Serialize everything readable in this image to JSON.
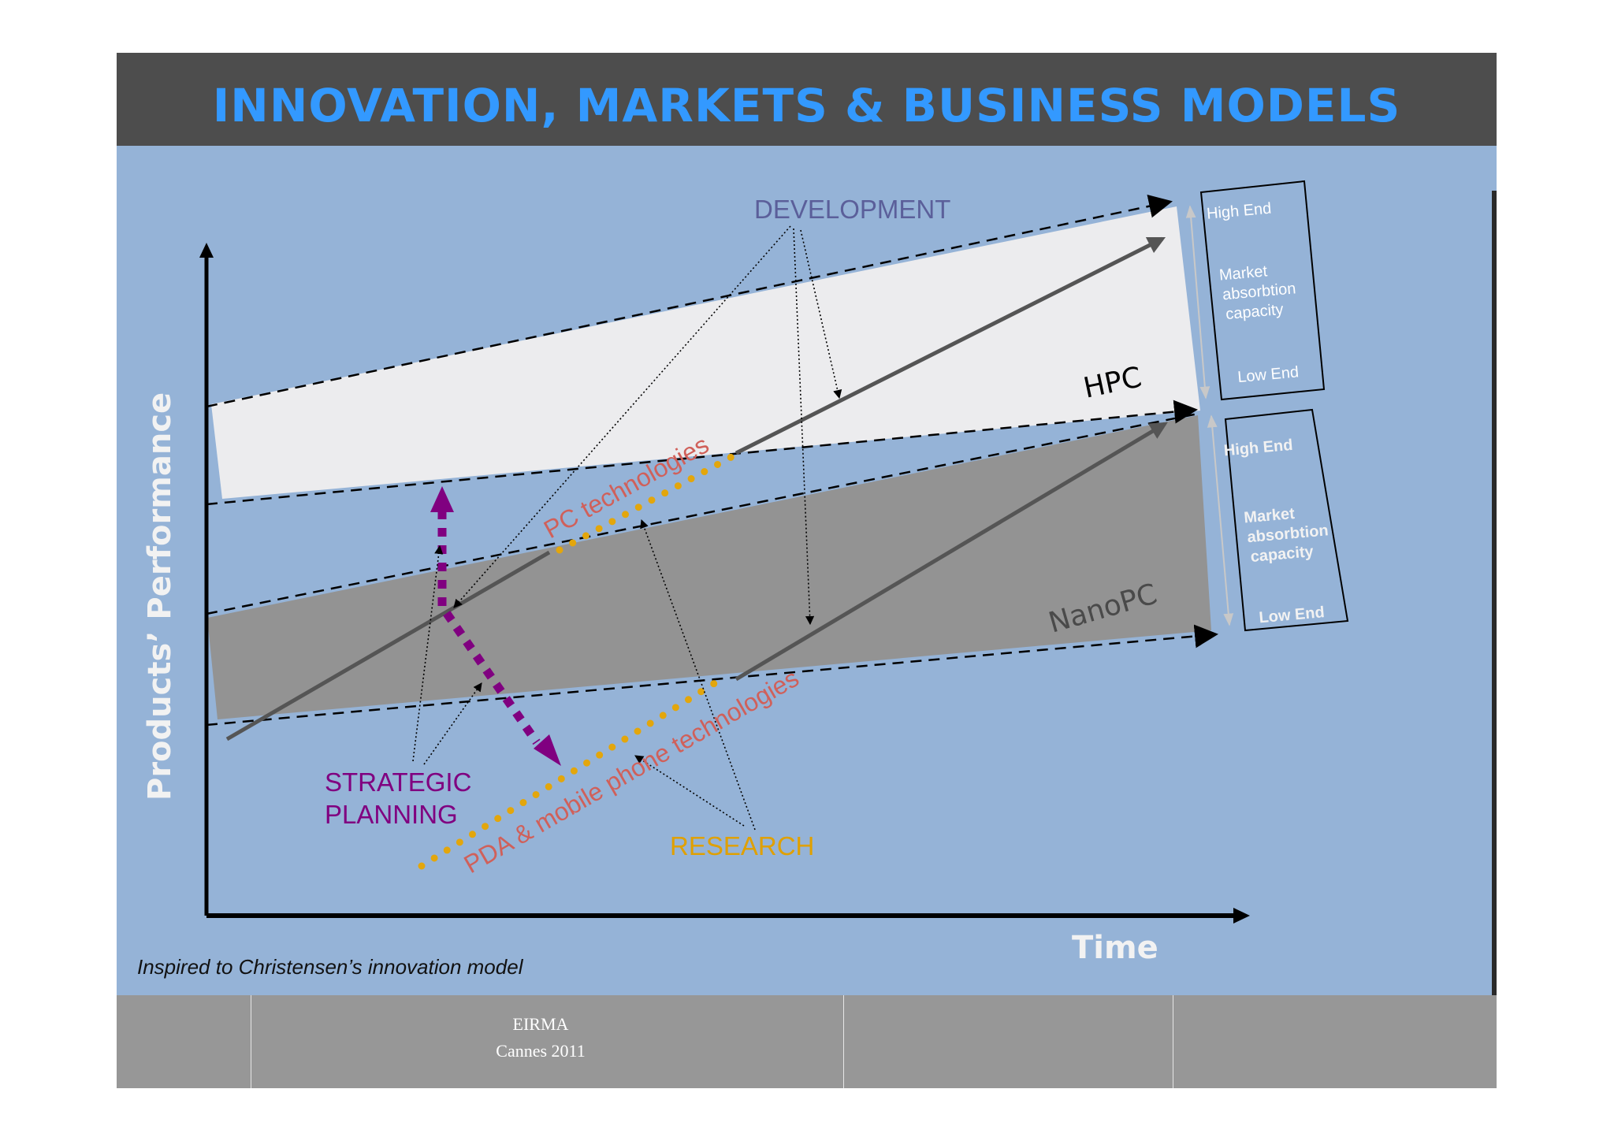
{
  "header": {
    "title": "INNOVATION, MARKETS & BUSINESS MODELS"
  },
  "axes": {
    "y_label": "Products’ Performance",
    "x_label": "Time"
  },
  "bands": [
    {
      "name": "HPC",
      "label": "HPC",
      "color": "#ececee"
    },
    {
      "name": "NanoPC",
      "label": "NanoPC",
      "color": "#939393"
    }
  ],
  "labels": {
    "development": "DEVELOPMENT",
    "strategic_planning_line1": "STRATEGIC",
    "strategic_planning_line2": "PLANNING",
    "research": "RESEARCH",
    "pc_technologies": "PC technologies",
    "pda_technologies": "PDA & mobile phone technologies"
  },
  "market_boxes": [
    {
      "high": "High End",
      "middle_line1": "Market",
      "middle_line2": "absorbtion",
      "middle_line3": "capacity",
      "low": "Low End"
    },
    {
      "high": "High End",
      "middle_line1": "Market",
      "middle_line2": "absorbtion",
      "middle_line3": "capacity",
      "low": "Low End"
    }
  ],
  "caption": "Inspired to Christensen’s innovation model",
  "footer": {
    "line1": "EIRMA",
    "line2": "Cannes 2011"
  },
  "colors": {
    "title": "#3399ff",
    "header_bg": "#4d4d4d",
    "canvas_bg": "#95b3d7",
    "development": "#5b5f9a",
    "strategic": "#800080",
    "research": "#e0a000",
    "tech_text": "#d0605a",
    "footer_bg": "#979797"
  }
}
